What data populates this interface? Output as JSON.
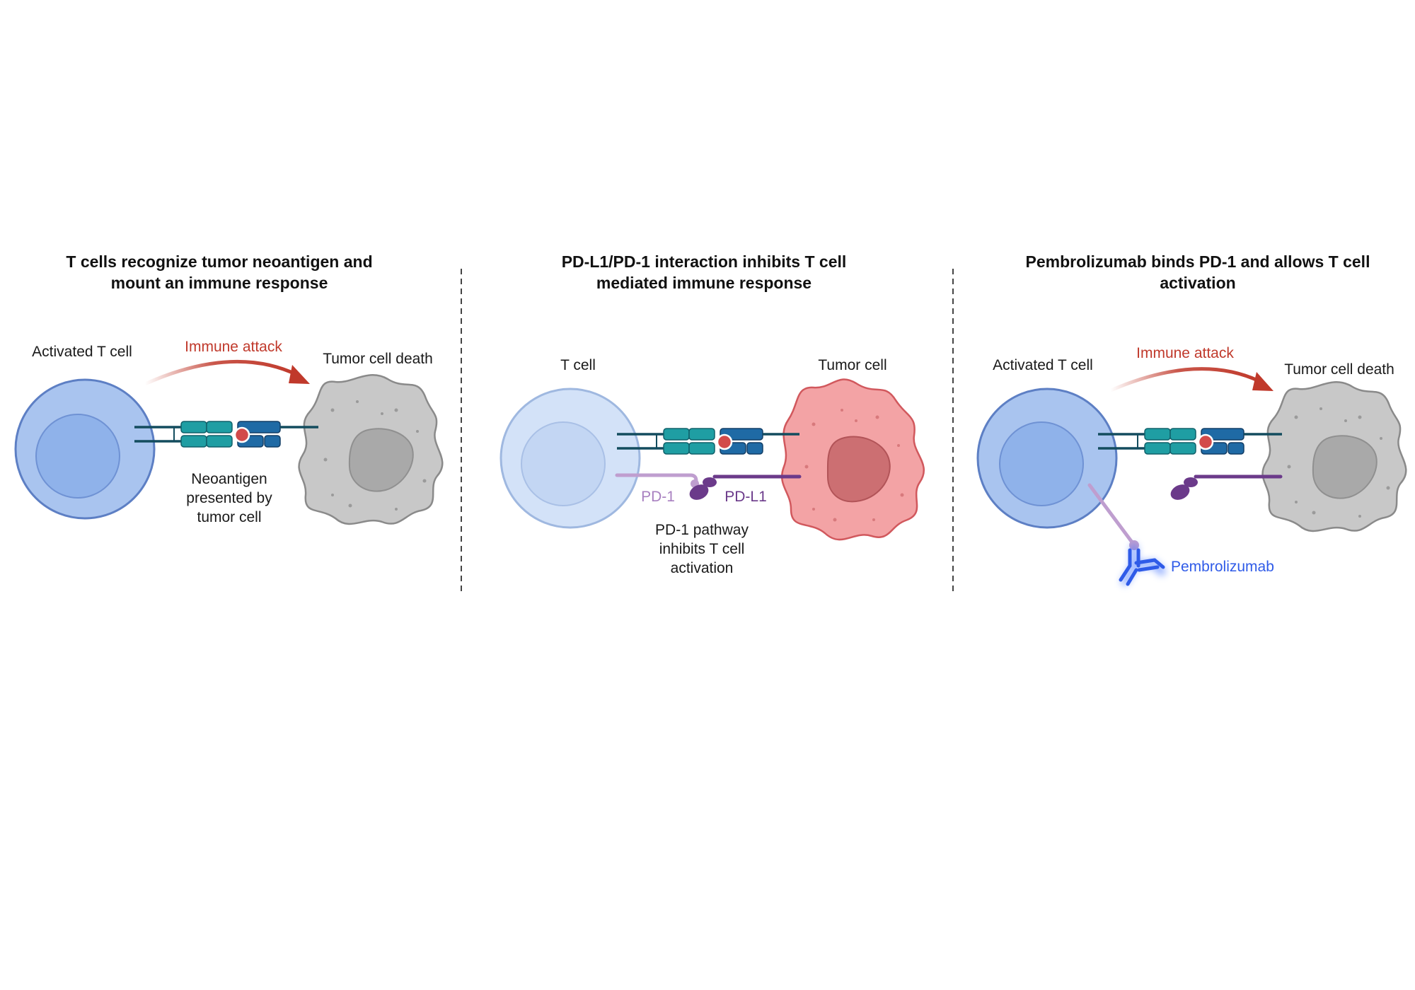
{
  "colors": {
    "tcell_outer": "#a9c4ef",
    "tcell_inner": "#8fb2ea",
    "tcell_pale_outer": "#d3e2f8",
    "tcell_pale_inner": "#c3d6f3",
    "tumor_dead": "#c8c8c8",
    "tumor_dead_nucleus": "#a9a9a9",
    "tumor_live": "#f3a3a5",
    "tumor_live_nucleus": "#cc6f72",
    "tcr_teal": "#1f9ea3",
    "mhc_blue": "#1f6aa5",
    "antigen_red": "#d24a4a",
    "arrow_red": "#c0392b",
    "pd1_light_purple": "#bf9ecf",
    "pdl1_dark_purple": "#6b3a8a",
    "antibody_blue": "#2f5be8"
  },
  "icons": {
    "arrow": "curved-arrow-icon",
    "antibody": "antibody-icon"
  },
  "panels": [
    {
      "title_line1": "T cells recognize tumor neoantigen and",
      "title_line2": "mount an immune response",
      "tcell_label": "Activated T cell",
      "arrow_label": "Immune attack",
      "tumor_label": "Tumor cell death",
      "neo_line1": "Neoantigen",
      "neo_line2": "presented by",
      "neo_line3": "tumor cell"
    },
    {
      "title_line1": "PD-L1/PD-1 interaction inhibits T cell",
      "title_line2": "mediated immune response",
      "tcell_label": "T cell",
      "tumor_label": "Tumor cell",
      "pd1_label": "PD-1",
      "pdl1_label": "PD-L1",
      "pathway_line1": "PD-1 pathway",
      "pathway_line2": "inhibits T cell",
      "pathway_line3": "activation"
    },
    {
      "title_line1": "Pembrolizumab binds PD-1 and allows T cell",
      "title_line2": "activation",
      "tcell_label": "Activated T cell",
      "arrow_label": "Immune attack",
      "tumor_label": "Tumor cell death",
      "drug_label": "Pembrolizumab"
    }
  ]
}
